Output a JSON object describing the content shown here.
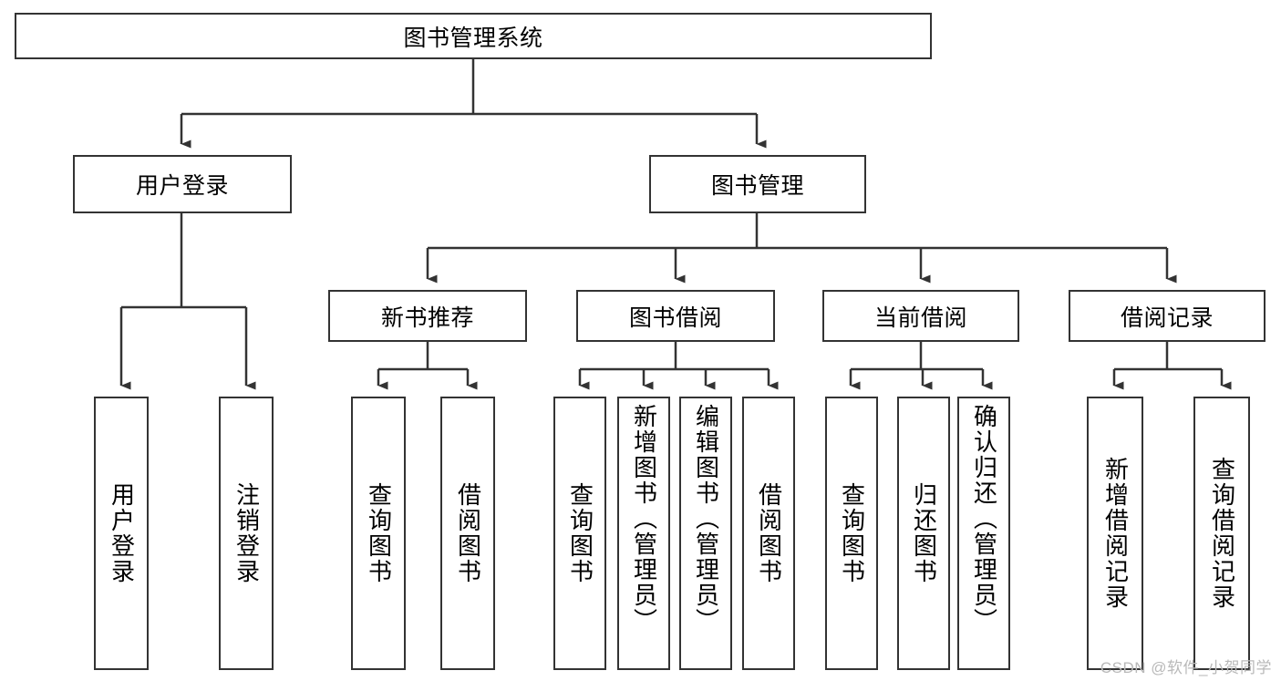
{
  "diagram": {
    "title": "图书管理系统",
    "type": "tree-hierarchy-chart",
    "colors": {
      "box_border": "#333333",
      "box_fill": "#ffffff",
      "connector": "#333333",
      "background": "#ffffff",
      "watermark": "#b9b9b9"
    },
    "levels": {
      "root": {
        "label": "图书管理系统"
      },
      "level2": [
        {
          "label": "用户登录"
        },
        {
          "label": "图书管理"
        }
      ],
      "level3": [
        {
          "label": "新书推荐"
        },
        {
          "label": "图书借阅"
        },
        {
          "label": "当前借阅"
        },
        {
          "label": "借阅记录"
        }
      ],
      "leaves": {
        "user_login": [
          {
            "label": "用户登录"
          },
          {
            "label": "注销登录"
          }
        ],
        "new_book_recommend": [
          {
            "label": "查询图书"
          },
          {
            "label": "借阅图书"
          }
        ],
        "book_borrow": [
          {
            "label": "查询图书"
          },
          {
            "label": "新增图书（管理员）"
          },
          {
            "label": "编辑图书（管理员）"
          },
          {
            "label": "借阅图书"
          }
        ],
        "current_borrow": [
          {
            "label": "查询图书"
          },
          {
            "label": "归还图书"
          },
          {
            "label": "确认归还（管理员）"
          }
        ],
        "borrow_record": [
          {
            "label": "新增借阅记录"
          },
          {
            "label": "查询借阅记录"
          }
        ]
      }
    },
    "watermark": "CSDN @软件_小贺同学"
  }
}
